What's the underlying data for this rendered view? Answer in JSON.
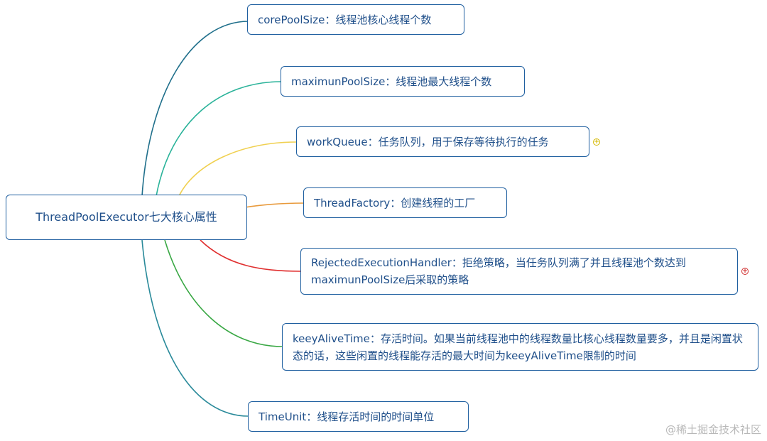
{
  "root": {
    "label": "ThreadPoolExecutor七大核心属性"
  },
  "branches": [
    {
      "id": "core",
      "label": "corePoolSize：线程池核心线程个数",
      "color": "#1f6f8b"
    },
    {
      "id": "max",
      "label": "maximunPoolSize：线程池最大线程个数",
      "color": "#2bb39a"
    },
    {
      "id": "queue",
      "label": "workQueue：任务队列，用于保存等待执行的任务",
      "color": "#f0d050"
    },
    {
      "id": "factory",
      "label": "ThreadFactory：创建线程的工厂",
      "color": "#e89a3c"
    },
    {
      "id": "rejected",
      "label": "RejectedExecutionHandler：拒绝策略，当任务队列满了并且线程池个数达到maximunPoolSize后采取的策略",
      "color": "#e03030"
    },
    {
      "id": "keep",
      "label": "keeyAliveTime：存活时间。如果当前线程池中的线程数量比核心线程数量要多，并且是闲置状态的话，这些闲置的线程能存活的最大时间为keeyAliveTime限制的时间",
      "color": "#3aa845"
    },
    {
      "id": "unit",
      "label": "TimeUnit：线程存活时间的时间单位",
      "color": "#2a8a9a"
    }
  ],
  "markers": [
    {
      "symbol": "+",
      "color": "#d4b800"
    },
    {
      "symbol": "+",
      "color": "#d03030"
    }
  ],
  "watermark": "@稀土掘金技术社区"
}
